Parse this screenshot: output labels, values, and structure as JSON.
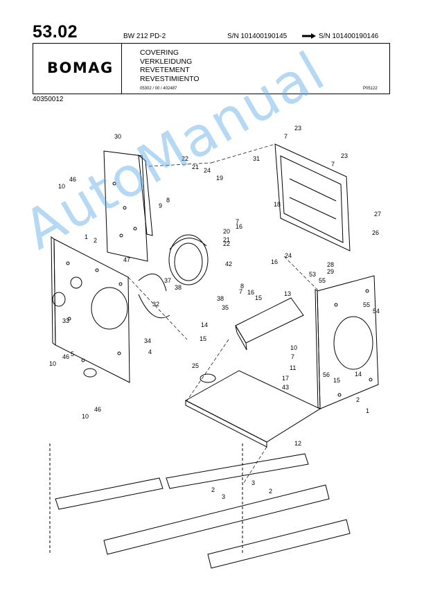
{
  "header": {
    "page_number": "53.02",
    "model": "BW 212 PD-2",
    "serial_from": "S/N 101400190145",
    "serial_to": "S/N 101400190146",
    "brand": "BOMAG",
    "titles": [
      "COVERING",
      "VERKLEIDUNG",
      "REVETEMENT",
      "REVESTIMIENTO"
    ],
    "reference": "05302 / 00 / 402487",
    "drawing_number": "P05122",
    "catalog_number": "40350012"
  },
  "watermark": "AutoManual",
  "callouts": [
    "1",
    "2",
    "3",
    "4",
    "5",
    "7",
    "8",
    "9",
    "10",
    "11",
    "12",
    "13",
    "14",
    "15",
    "16",
    "17",
    "18",
    "19",
    "20",
    "21",
    "22",
    "23",
    "24",
    "25",
    "26",
    "27",
    "28",
    "29",
    "30",
    "31",
    "32",
    "33",
    "34",
    "35",
    "37",
    "38",
    "42",
    "43",
    "46",
    "47",
    "53",
    "54",
    "55",
    "56"
  ],
  "callout_layout": [
    {
      "t": "30"
    },
    {
      "t": "23"
    },
    {
      "t": "7"
    },
    {
      "t": "31"
    },
    {
      "t": "23"
    },
    {
      "t": "7"
    },
    {
      "t": "22"
    },
    {
      "t": "21"
    },
    {
      "t": "24"
    },
    {
      "t": "19"
    },
    {
      "t": "10"
    },
    {
      "t": "46"
    },
    {
      "t": "8"
    },
    {
      "t": "9"
    },
    {
      "t": "18"
    },
    {
      "t": "27"
    },
    {
      "t": "7"
    },
    {
      "t": "16"
    },
    {
      "t": "26"
    },
    {
      "t": "1"
    },
    {
      "t": "2"
    },
    {
      "t": "20"
    },
    {
      "t": "21"
    },
    {
      "t": "22"
    },
    {
      "t": "16"
    },
    {
      "t": "24"
    },
    {
      "t": "47"
    },
    {
      "t": "28"
    },
    {
      "t": "29"
    },
    {
      "t": "42"
    },
    {
      "t": "37"
    },
    {
      "t": "38"
    },
    {
      "t": "53"
    },
    {
      "t": "55"
    },
    {
      "t": "8"
    },
    {
      "t": "7"
    },
    {
      "t": "13"
    },
    {
      "t": "38"
    },
    {
      "t": "16"
    },
    {
      "t": "15"
    },
    {
      "t": "32"
    },
    {
      "t": "35"
    },
    {
      "t": "55"
    },
    {
      "t": "54"
    },
    {
      "t": "33"
    },
    {
      "t": "14"
    },
    {
      "t": "34"
    },
    {
      "t": "15"
    },
    {
      "t": "10"
    },
    {
      "t": "7"
    },
    {
      "t": "4"
    },
    {
      "t": "5"
    },
    {
      "t": "46"
    },
    {
      "t": "10"
    },
    {
      "t": "25"
    },
    {
      "t": "11"
    },
    {
      "t": "56"
    },
    {
      "t": "17"
    },
    {
      "t": "15"
    },
    {
      "t": "14"
    },
    {
      "t": "43"
    },
    {
      "t": "2"
    },
    {
      "t": "1"
    },
    {
      "t": "46"
    },
    {
      "t": "10"
    },
    {
      "t": "12"
    },
    {
      "t": "3"
    },
    {
      "t": "2"
    },
    {
      "t": "3"
    },
    {
      "t": "2"
    }
  ]
}
